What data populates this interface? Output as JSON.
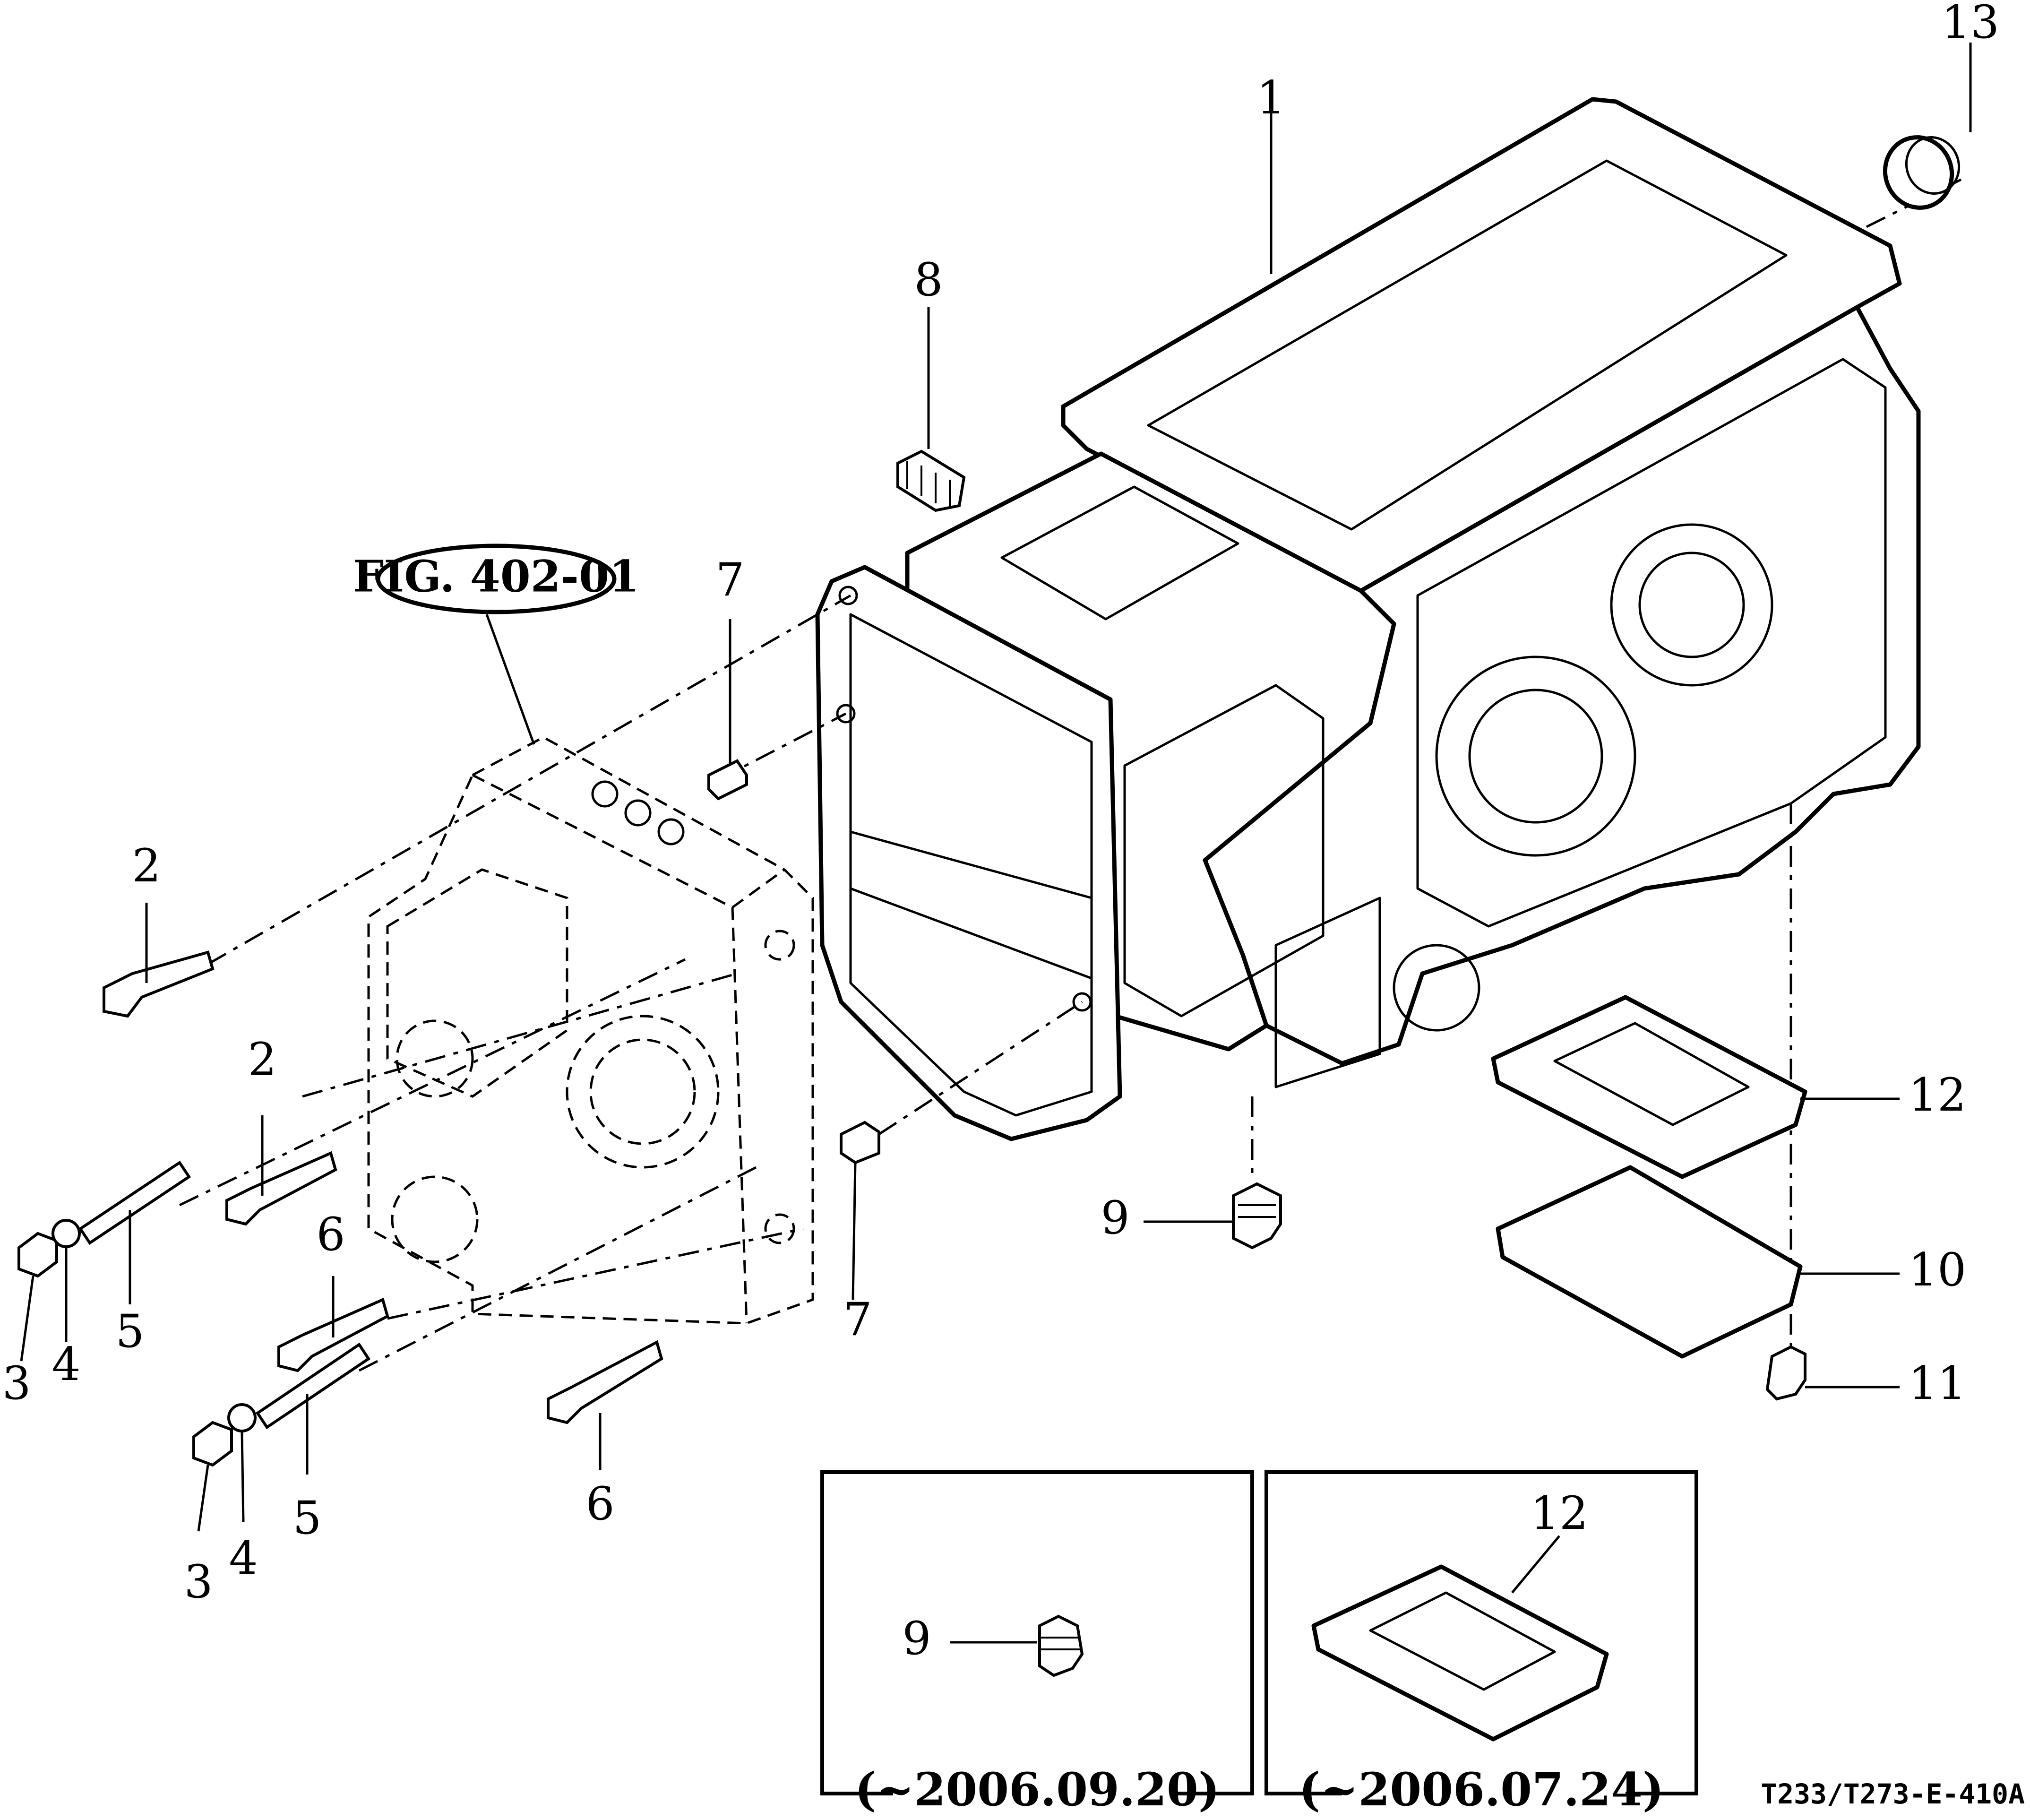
{
  "figure_ref": "FIG. 402-01",
  "drawing_id": "T233/T273-E-410A",
  "callouts": {
    "c1": "1",
    "c2a": "2",
    "c2b": "2",
    "c3a": "3",
    "c3b": "3",
    "c4a": "4",
    "c4b": "4",
    "c5a": "5",
    "c5b": "5",
    "c6a": "6",
    "c6b": "6",
    "c7a": "7",
    "c7b": "7",
    "c8": "8",
    "c9": "9",
    "c10": "10",
    "c11": "11",
    "c12": "12",
    "c13": "13"
  },
  "inset_left": {
    "callout": "9",
    "caption": "(~2006.09.20)"
  },
  "inset_right": {
    "callout": "12",
    "caption": "(~2006.07.24)"
  }
}
